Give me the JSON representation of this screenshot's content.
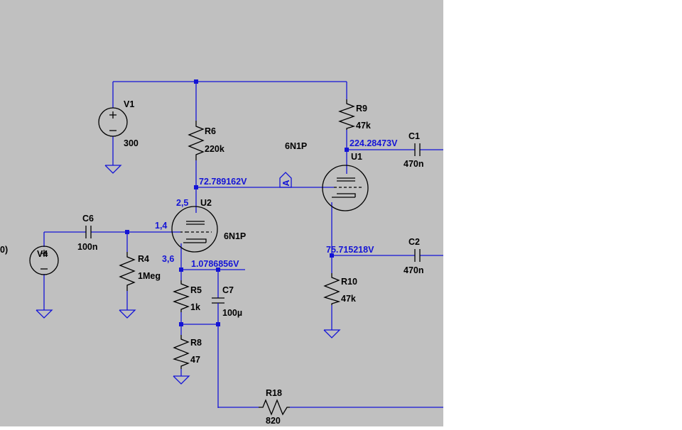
{
  "components": {
    "V1": {
      "name": "V1",
      "value": "300"
    },
    "V4": {
      "name": "V4",
      "partial_text": "0)"
    },
    "R6": {
      "name": "R6",
      "value": "220k"
    },
    "R9": {
      "name": "R9",
      "value": "47k"
    },
    "R4": {
      "name": "R4",
      "value": "1Meg"
    },
    "R5": {
      "name": "R5",
      "value": "1k"
    },
    "R8": {
      "name": "R8",
      "value": "47"
    },
    "R10": {
      "name": "R10",
      "value": "47k"
    },
    "R18": {
      "name": "R18",
      "value": "820"
    },
    "C1": {
      "name": "C1",
      "value": "470n"
    },
    "C2": {
      "name": "C2",
      "value": "470n"
    },
    "C6": {
      "name": "C6",
      "value": "100n"
    },
    "C7": {
      "name": "C7",
      "value": "100µ"
    },
    "U1": {
      "name": "U1",
      "model": "6N1P"
    },
    "U2": {
      "name": "U2",
      "model": "6N1P",
      "pins_anode": "2,5",
      "pins_grid": "1,4",
      "pins_cathode": "3,6"
    }
  },
  "node_voltages": {
    "u2_anode": "72.789162V",
    "u1_anode": "224.28473V",
    "u1_cathode": "75.715218V",
    "u2_cathode": "1.0786856V"
  },
  "net_labels": {
    "link": "A"
  },
  "colors": {
    "background": "#c0c0c0",
    "wire": "#1414d6",
    "symbol": "#000000",
    "voltage_text": "#1414d6"
  }
}
